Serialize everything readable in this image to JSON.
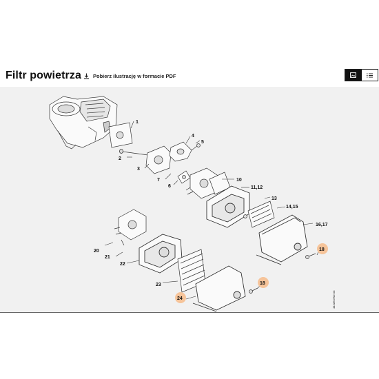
{
  "header": {
    "title": "Filtr powietrza",
    "pdf_link_label": "Pobierz ilustrację w formacie PDF",
    "view_toggle": {
      "options": [
        "image-view",
        "list-view"
      ],
      "active": "image-view"
    }
  },
  "diagram": {
    "part_labels": [
      "1",
      "2",
      "3",
      "4",
      "5",
      "6",
      "7",
      "10",
      "11,12",
      "13",
      "14,15",
      "16,17",
      "18",
      "18",
      "20",
      "21",
      "22",
      "23",
      "24"
    ],
    "highlighted_labels": [
      "18",
      "18",
      "24"
    ],
    "highlight_color": "#f6c49a",
    "side_code": "4422EDW0 0C"
  }
}
